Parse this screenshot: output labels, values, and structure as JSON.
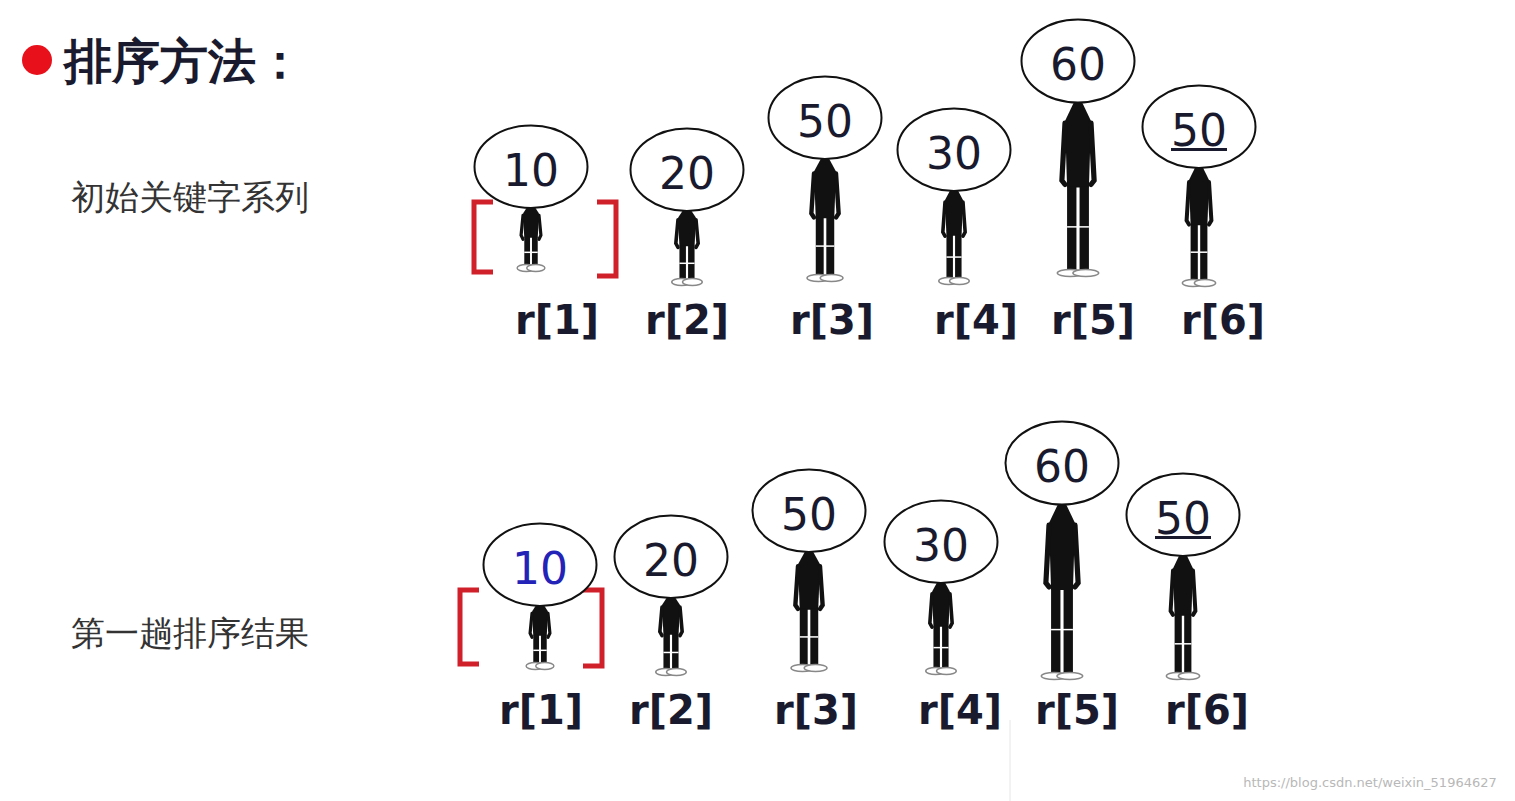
{
  "diagram": {
    "title": "排序方法：",
    "nodes": [
      {
        "text": [
          "10"
        ]
      },
      {
        "text": [
          "20"
        ]
      },
      {
        "text": [
          "50"
        ]
      },
      {
        "text": [
          "30"
        ]
      },
      {
        "text": [
          "60"
        ]
      },
      {
        "text": [
          "50"
        ]
      },
      {
        "text": [
          "10"
        ]
      },
      {
        "text": [
          "20"
        ]
      },
      {
        "text": [
          "50"
        ]
      },
      {
        "text": [
          "30"
        ]
      },
      {
        "text": [
          "60"
        ]
      },
      {
        "text": [
          "50"
        ]
      }
    ],
    "labels": [
      "初始关键字系列",
      "第一趟排序结果",
      "r[1]",
      "r[2]",
      "r[3]",
      "r[4]",
      "r[5]",
      "r[6]",
      "r[1]",
      "r[2]",
      "r[3]",
      "r[4]",
      "r[5]",
      "r[6]",
      "https://blog.csdn.net/weixin_51964627"
    ]
  }
}
